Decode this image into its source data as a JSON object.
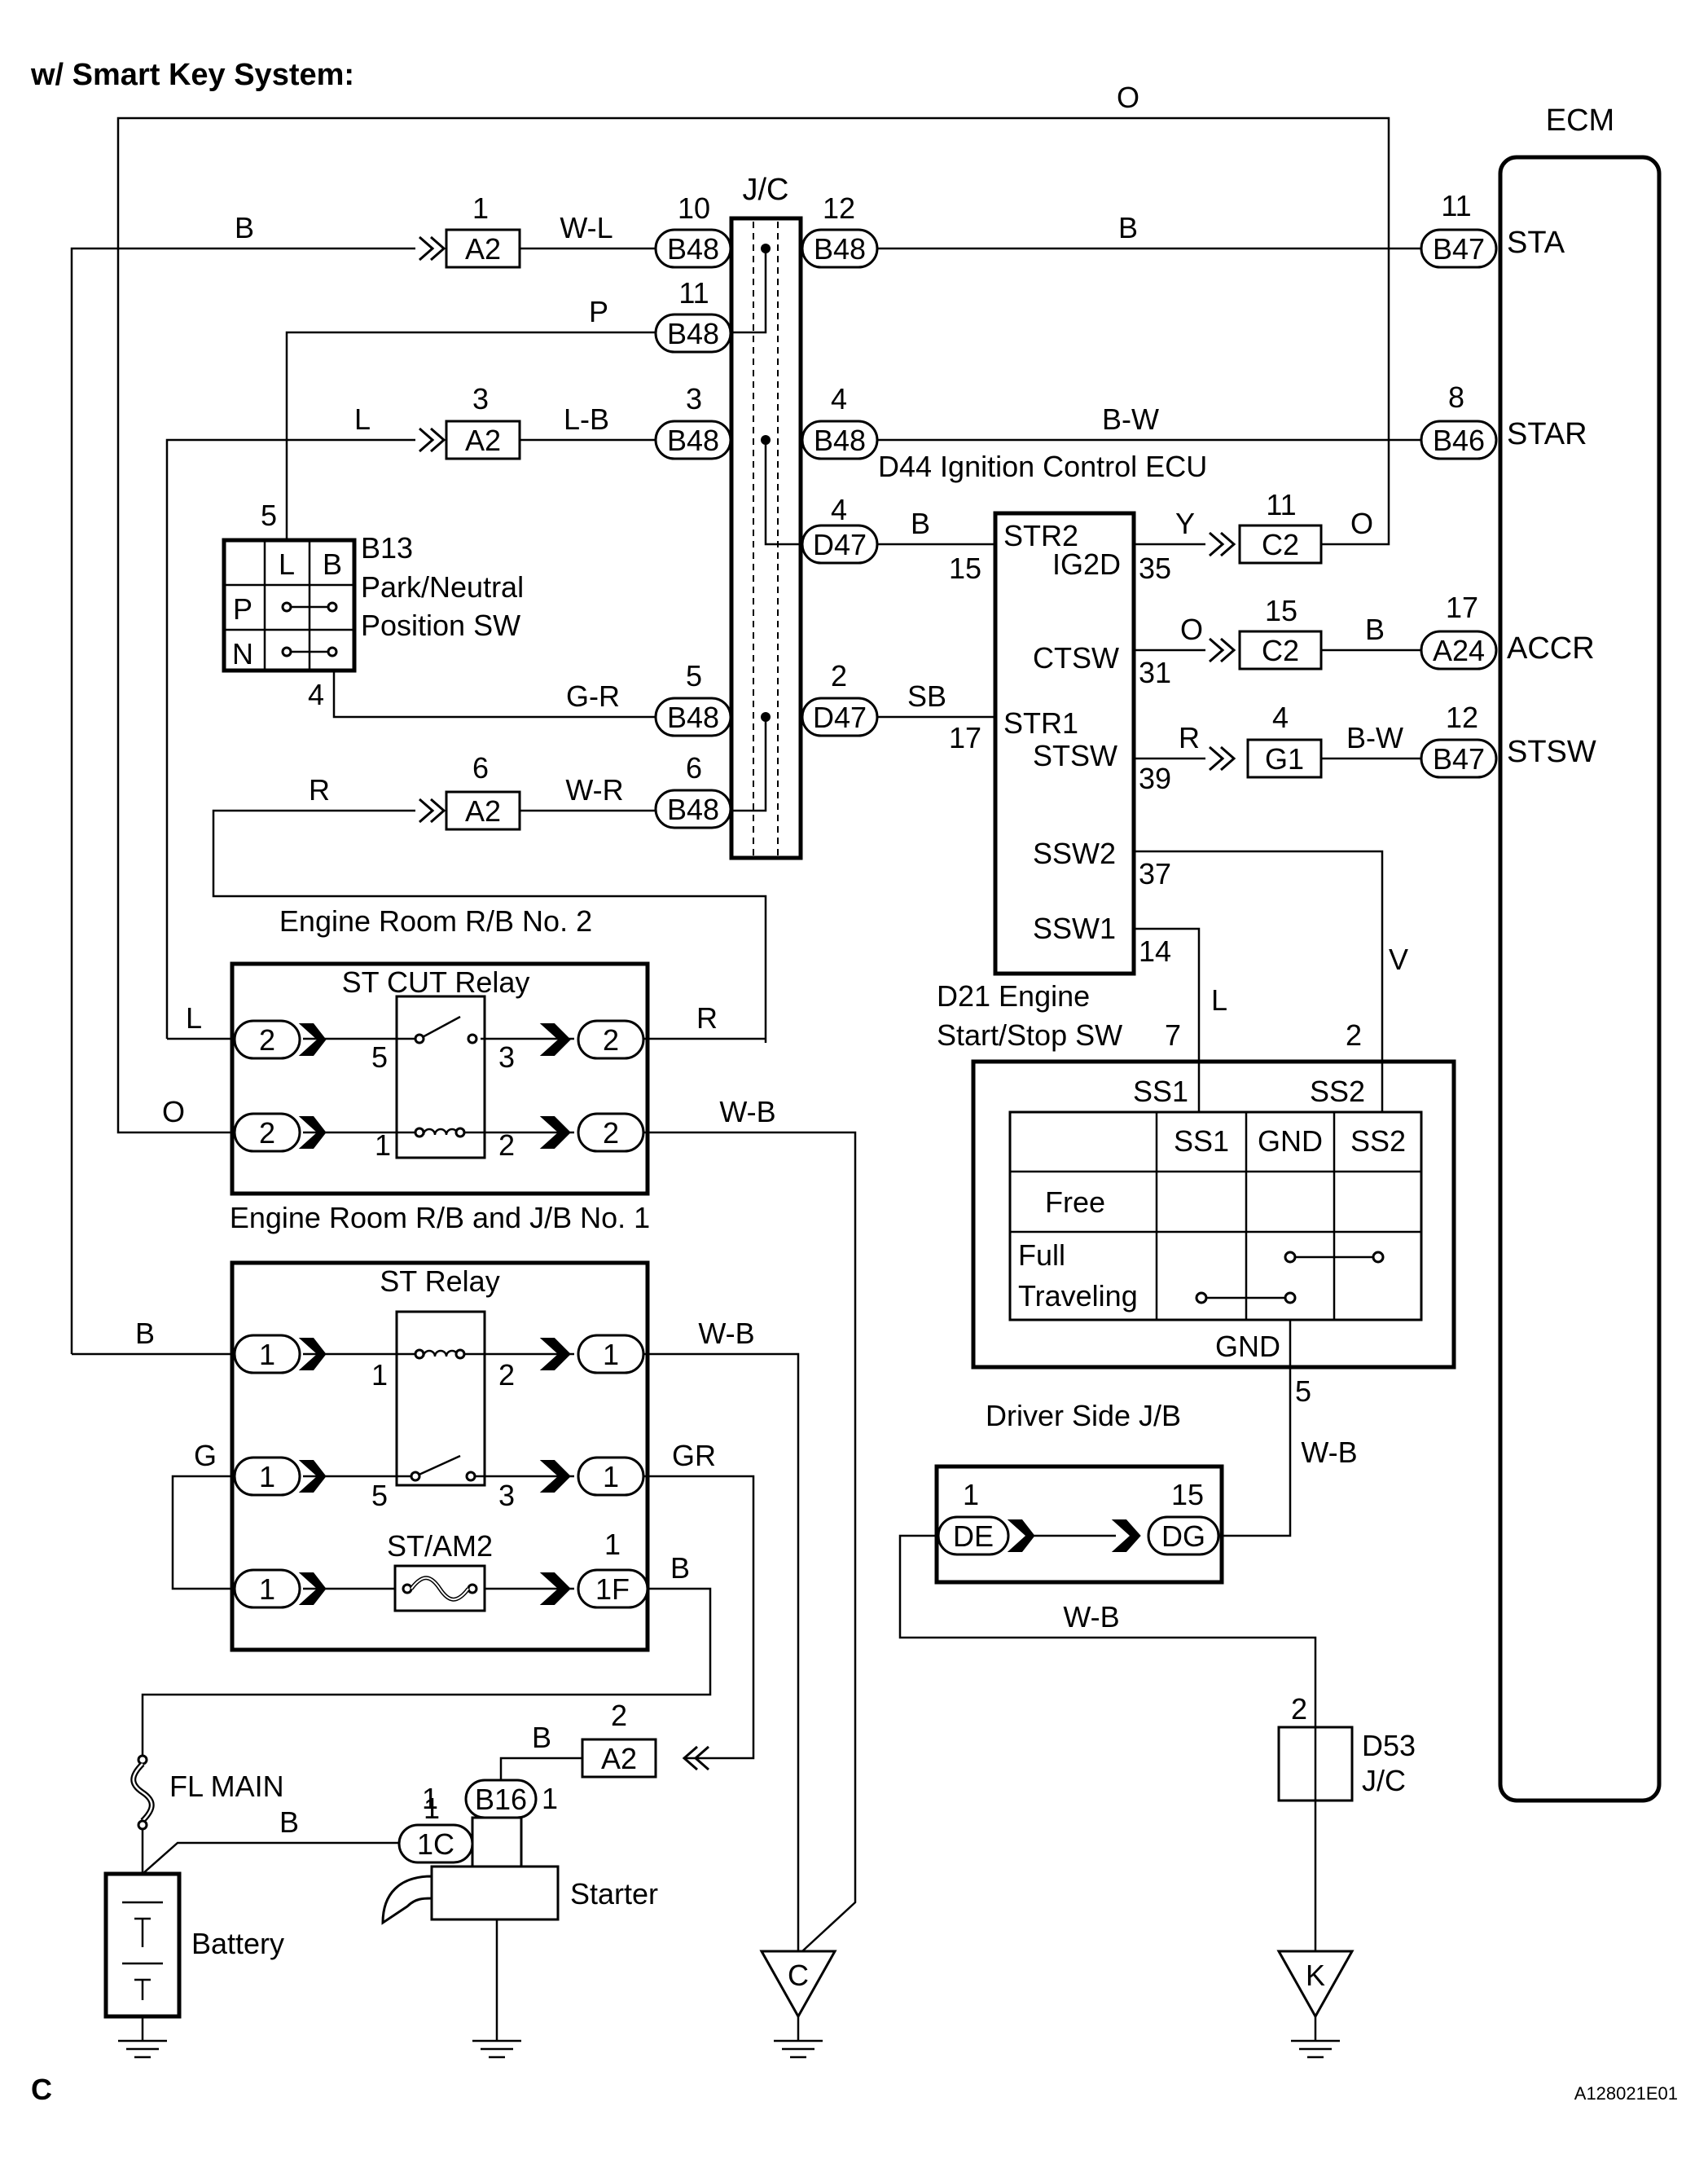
{
  "title": "w/ Smart Key System:",
  "page_letter": "C",
  "figure_id": "A128021E01",
  "ecm": {
    "label": "ECM",
    "pins": [
      {
        "num": "11",
        "conn": "B47",
        "name": "STA"
      },
      {
        "num": "8",
        "conn": "B46",
        "name": "STAR"
      },
      {
        "num": "17",
        "conn": "A24",
        "name": "ACCR"
      },
      {
        "num": "12",
        "conn": "B47",
        "name": "STSW"
      }
    ]
  },
  "jc": {
    "label": "J/C",
    "left": [
      {
        "num": "10",
        "conn": "B48"
      },
      {
        "num": "11",
        "conn": "B48"
      },
      {
        "num": "3",
        "conn": "B48"
      },
      {
        "num": "5",
        "conn": "B48"
      },
      {
        "num": "6",
        "conn": "B48"
      }
    ],
    "right": [
      {
        "num": "12",
        "conn": "B48"
      },
      {
        "num": "4",
        "conn": "B48"
      },
      {
        "num": "4",
        "conn": "D47"
      },
      {
        "num": "2",
        "conn": "D47"
      }
    ]
  },
  "a2_connectors": [
    {
      "num": "1",
      "conn": "A2"
    },
    {
      "num": "3",
      "conn": "A2"
    },
    {
      "num": "6",
      "conn": "A2"
    },
    {
      "num": "2",
      "conn": "A2"
    }
  ],
  "wires": {
    "o_top": "O",
    "b_top": "B",
    "wl": "W-L",
    "b_sta": "B",
    "p": "P",
    "l": "L",
    "lb": "L-B",
    "bw_star": "B-W",
    "b_d47": "B",
    "y": "Y",
    "o_c2": "O",
    "o_ctsw": "O",
    "b_accr": "B",
    "gr": "G-R",
    "sb": "SB",
    "r_stsw": "R",
    "bw_stsw": "B-W",
    "r_a2": "R",
    "wr": "W-R",
    "l_stcut": "L",
    "r_stcut": "R",
    "o_stcut": "O",
    "wb_stcut": "W-B",
    "b_st": "B",
    "wb_st": "W-B",
    "g": "G",
    "gr_st": "GR",
    "b_1f": "B",
    "l_ssw1": "L",
    "v_ssw2": "V",
    "wb_gnd": "W-B",
    "wb_dejb": "W-B",
    "b_a2": "B",
    "b_batt": "B"
  },
  "ecu": {
    "label": "D44 Ignition Control ECU",
    "pins": [
      {
        "name": "STR2",
        "num": "15"
      },
      {
        "name": "IG2D",
        "num": "35"
      },
      {
        "name": "CTSW",
        "num": "31"
      },
      {
        "name": "STR1",
        "num": "17"
      },
      {
        "name": "STSW",
        "num": "39"
      },
      {
        "name": "SSW2",
        "num": "37"
      },
      {
        "name": "SSW1",
        "num": "14"
      }
    ]
  },
  "c2_connectors": [
    {
      "num": "11",
      "conn": "C2"
    },
    {
      "num": "15",
      "conn": "C2"
    }
  ],
  "g1_connector": {
    "num": "4",
    "conn": "G1"
  },
  "pn_switch": {
    "label": [
      "B13",
      "Park/Neutral",
      "Position SW"
    ],
    "pin_top": "5",
    "pin_bottom": "4",
    "cols": [
      "L",
      "B"
    ],
    "rows": [
      "P",
      "N"
    ]
  },
  "engine_room_rb2": "Engine Room R/B No. 2",
  "st_cut_relay": {
    "label": "ST CUT Relay",
    "pins": [
      "2",
      "5",
      "3",
      "2",
      "2",
      "1",
      "2",
      "2"
    ]
  },
  "engine_room_rb_jb1": "Engine Room R/B and J/B No. 1",
  "st_relay": {
    "label": "ST Relay",
    "pins": [
      "1",
      "1",
      "2",
      "1",
      "1",
      "5",
      "3",
      "1",
      "1",
      "1F",
      "1"
    ]
  },
  "fuse_st_am2": "ST/AM2",
  "start_sw": {
    "label": [
      "D21 Engine",
      "Start/Stop SW"
    ],
    "pin_ss1": "7",
    "pin_ss2": "2",
    "ss1": "SS1",
    "ss2": "SS2",
    "gnd": "GND",
    "gnd_pin": "5",
    "table_header": [
      "SS1",
      "GND",
      "SS2"
    ],
    "rows": [
      "Free",
      "Full",
      "Traveling"
    ]
  },
  "driver_jb": {
    "label": "Driver Side J/B",
    "left": {
      "num": "1",
      "conn": "DE"
    },
    "right": {
      "num": "15",
      "conn": "DG"
    }
  },
  "d53": {
    "pin": "2",
    "label": [
      "D53",
      "J/C"
    ]
  },
  "fl_main": "FL MAIN",
  "battery": "Battery",
  "starter": {
    "label": "Starter",
    "b16": {
      "num_left": "1",
      "conn": "B16",
      "num_right": "1"
    },
    "c1": {
      "num": "1",
      "conn": "1C"
    }
  },
  "grounds": {
    "c": "C",
    "k": "K"
  }
}
